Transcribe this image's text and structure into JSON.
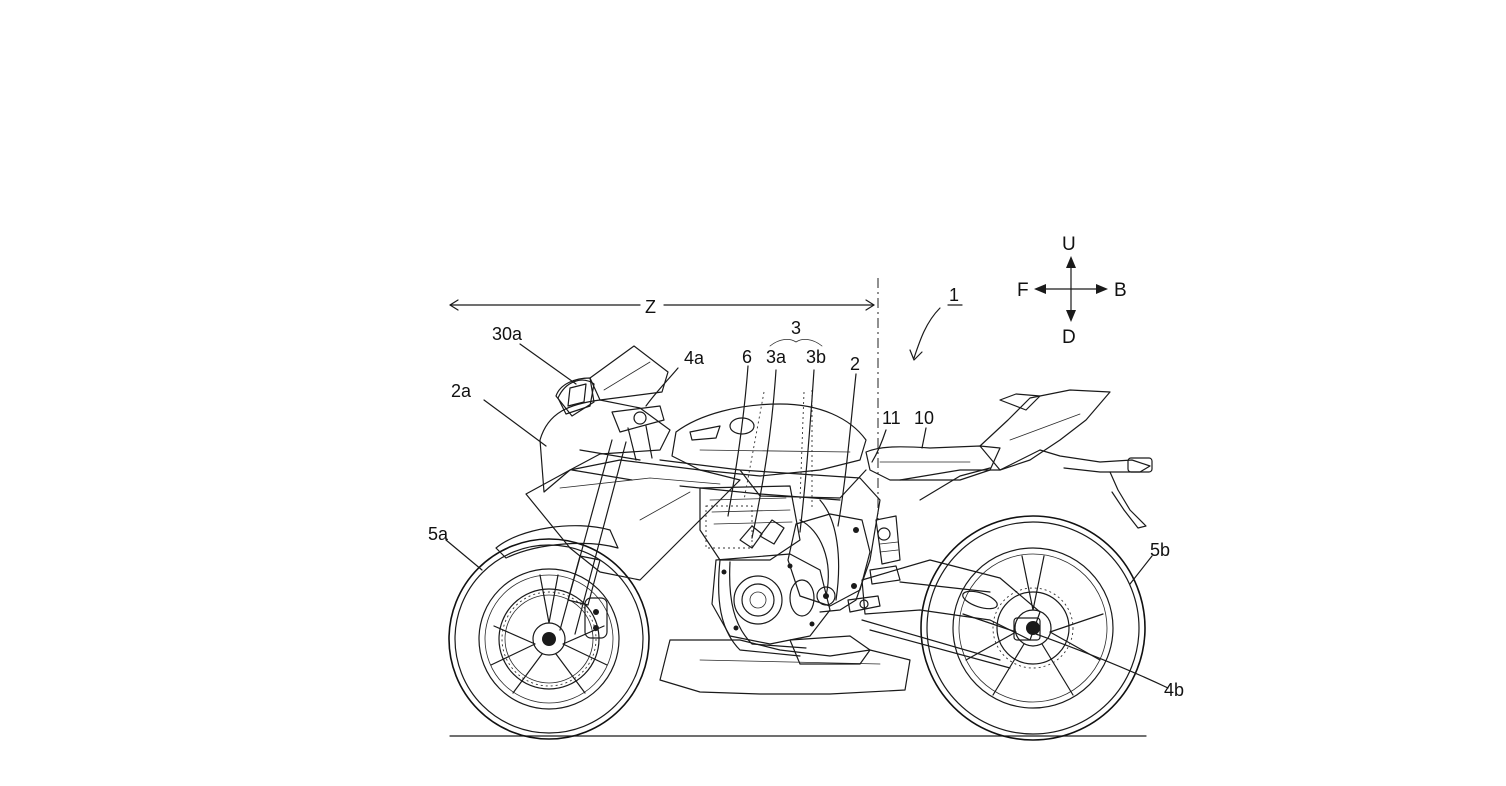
{
  "figure": {
    "reference_numerals": {
      "vehicle": "1",
      "frame": "2",
      "cowl": "2a",
      "engine_unit": "3",
      "engine_part_a": "3a",
      "engine_part_b": "3b",
      "front_suspension": "4a",
      "rear_suspension": "4b",
      "front_wheel": "5a",
      "rear_wheel": "5b",
      "component_6": "6",
      "seat_front": "10",
      "seat_boundary": "11",
      "mirror": "30a",
      "region": "Z"
    },
    "direction_key": {
      "up": "U",
      "down": "D",
      "front": "F",
      "back": "B"
    }
  }
}
